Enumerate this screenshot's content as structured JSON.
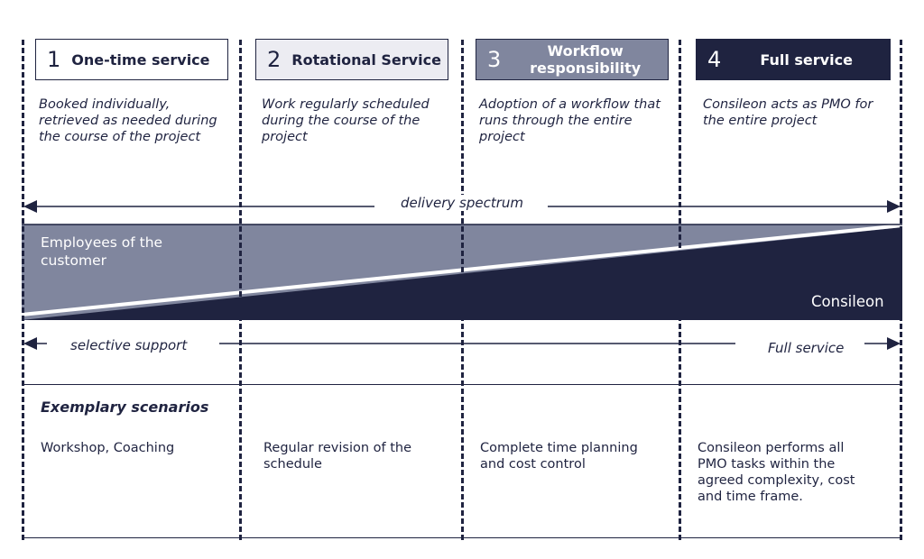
{
  "colors": {
    "dark": "#1f2340",
    "mid": "#80869e",
    "light": "#ececf2"
  },
  "stages": [
    {
      "number": "1",
      "title": "One-time service",
      "description": "Booked individually, retrieved as needed during the course of the project"
    },
    {
      "number": "2",
      "title": "Rotational Service",
      "description": "Work regularly scheduled during the course of the project"
    },
    {
      "number": "3",
      "title": "Workflow responsibility",
      "description": "Adoption of a workflow that runs through the entire project"
    },
    {
      "number": "4",
      "title": "Full service",
      "description": "Consileon acts as PMO for the entire project"
    }
  ],
  "spectrum": {
    "label": "delivery spectrum"
  },
  "band": {
    "top_label": "Employees of the customer",
    "bottom_label": "Consileon"
  },
  "support_axis": {
    "left_label": "selective support",
    "right_label": "Full service"
  },
  "scenarios": {
    "title": "Exemplary scenarios",
    "items": [
      "Workshop, Coaching",
      "Regular revision of the schedule",
      "Complete time planning and cost control",
      "Consileon performs all PMO tasks within the agreed complexity, cost and time frame."
    ]
  }
}
